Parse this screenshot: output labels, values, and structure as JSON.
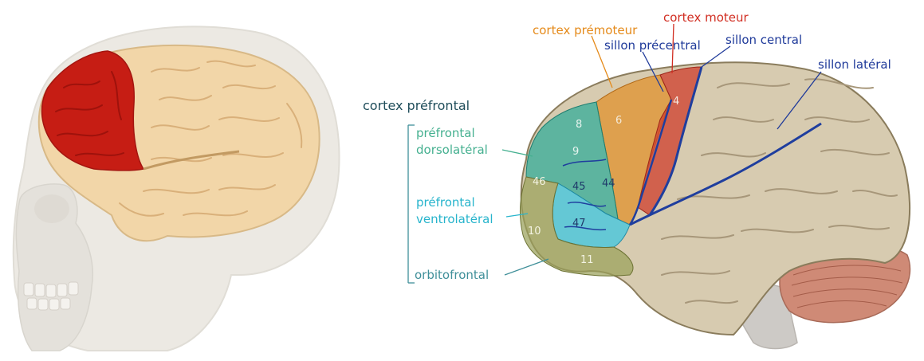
{
  "colors": {
    "background": "#ffffff",
    "skull": "#e8e6df",
    "brain_tissue": "#f2d6a8",
    "prefrontal_highlight": "#c61d14",
    "premotor": "#e0922e",
    "motor": "#cf3d2c",
    "sulcus_line": "#1f3e9e",
    "dorsolateral": "#2eaa99",
    "ventrolateral": "#33c6e6",
    "orbitofrontal": "#9aa15a",
    "label_dark_teal": "#1f4d5a",
    "label_dorsolateral": "#45b090",
    "label_ventrolateral": "#27b4cc",
    "label_orbitofrontal": "#3f8f99",
    "label_premotor": "#e58a1a",
    "label_motor": "#d12e22",
    "label_sulcus": "#1f3a9a",
    "cerebellum": "#cf8a76",
    "brainstem": "#cdcac6"
  },
  "labels": {
    "prefrontal_cortex": "cortex préfrontal",
    "dorsolateral_line1": "préfrontal",
    "dorsolateral_line2": "dorsolatéral",
    "ventrolateral_line1": "préfrontal",
    "ventrolateral_line2": "ventrolatéral",
    "orbitofrontal": "orbitofrontal",
    "premotor_cortex": "cortex prémoteur",
    "motor_cortex": "cortex moteur",
    "precentral_sulcus": "sillon précentral",
    "central_sulcus": "sillon central",
    "lateral_sulcus": "sillon latéral"
  },
  "areas": {
    "area_4": "4",
    "area_6": "6",
    "area_8": "8",
    "area_9": "9",
    "area_46": "46",
    "area_45": "45",
    "area_44": "44",
    "area_47": "47",
    "area_10": "10",
    "area_11": "11"
  },
  "icons": {
    "left_illustration": "skull-with-brain-prefrontal-highlight",
    "right_illustration": "lateral-brain-brodmann-areas"
  }
}
